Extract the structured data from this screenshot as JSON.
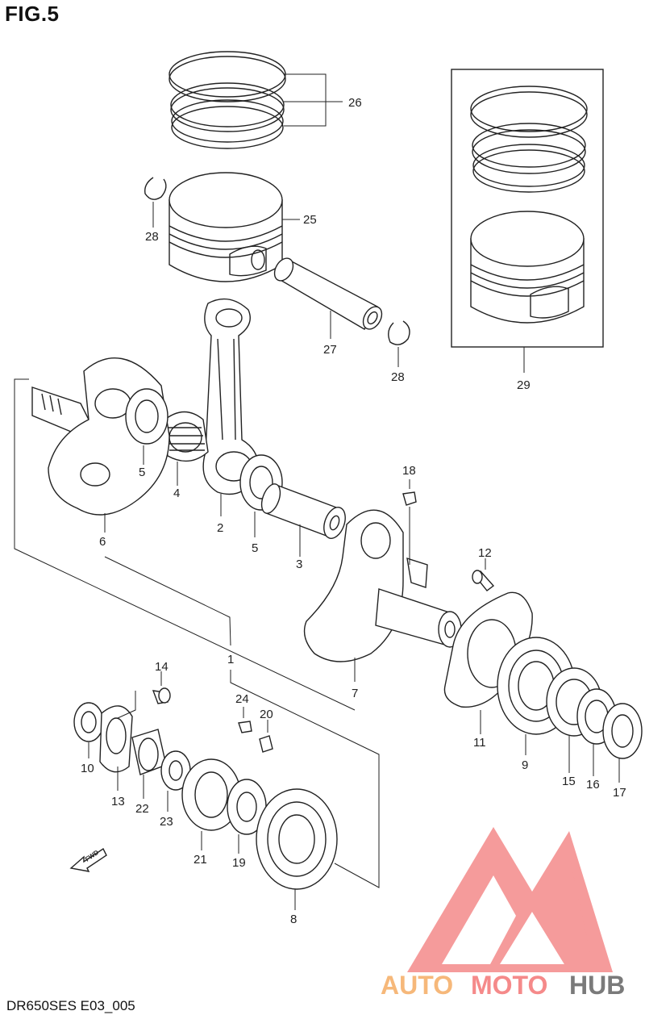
{
  "figure": {
    "title": "FIG.5",
    "code": "DR650SES E03_005"
  },
  "watermark": {
    "brand_parts": [
      "AUTO",
      "MOTO",
      "HUB"
    ],
    "colors": {
      "auto": "#f6b87a",
      "moto": "#f58a8a",
      "hub": "#7a7a7a",
      "triangle": "#f48a8a"
    }
  },
  "fwd_label": "FWD",
  "callouts": [
    {
      "id": "c26",
      "text": "26"
    },
    {
      "id": "c25",
      "text": "25"
    },
    {
      "id": "c28a",
      "text": "28"
    },
    {
      "id": "c27",
      "text": "27"
    },
    {
      "id": "c28b",
      "text": "28"
    },
    {
      "id": "c29",
      "text": "29"
    },
    {
      "id": "c5a",
      "text": "5"
    },
    {
      "id": "c4",
      "text": "4"
    },
    {
      "id": "c2",
      "text": "2"
    },
    {
      "id": "c6",
      "text": "6"
    },
    {
      "id": "c5b",
      "text": "5"
    },
    {
      "id": "c3",
      "text": "3"
    },
    {
      "id": "c18",
      "text": "18"
    },
    {
      "id": "c12",
      "text": "12"
    },
    {
      "id": "c1",
      "text": "1"
    },
    {
      "id": "c7",
      "text": "7"
    },
    {
      "id": "c11",
      "text": "11"
    },
    {
      "id": "c9",
      "text": "9"
    },
    {
      "id": "c15",
      "text": "15"
    },
    {
      "id": "c16",
      "text": "16"
    },
    {
      "id": "c17",
      "text": "17"
    },
    {
      "id": "c14",
      "text": "14"
    },
    {
      "id": "c24",
      "text": "24"
    },
    {
      "id": "c20",
      "text": "20"
    },
    {
      "id": "c10",
      "text": "10"
    },
    {
      "id": "c13",
      "text": "13"
    },
    {
      "id": "c22",
      "text": "22"
    },
    {
      "id": "c23",
      "text": "23"
    },
    {
      "id": "c21",
      "text": "21"
    },
    {
      "id": "c19",
      "text": "19"
    },
    {
      "id": "c8",
      "text": "8"
    }
  ]
}
